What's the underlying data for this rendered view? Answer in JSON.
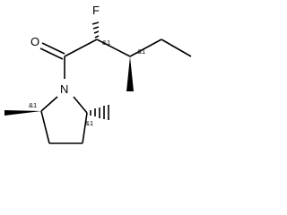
{
  "molecule": {
    "atoms": {
      "oxygen": "O",
      "fluorine": "F",
      "nitrogen": "N"
    },
    "stereo_labels": {
      "c_fluoro": "&1",
      "c_methyl_branch": "&1",
      "c_ring_left": "&1",
      "c_ring_right": "&1"
    }
  }
}
